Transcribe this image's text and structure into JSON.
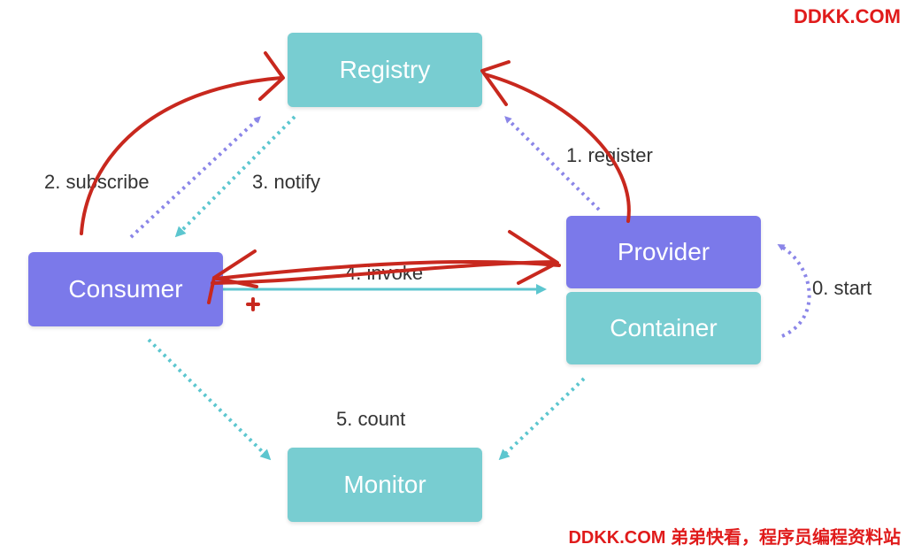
{
  "nodes": {
    "registry": "Registry",
    "consumer": "Consumer",
    "provider": "Provider",
    "container": "Container",
    "monitor": "Monitor"
  },
  "edges": {
    "start": "0. start",
    "register": "1. register",
    "subscribe": "2. subscribe",
    "notify": "3. notify",
    "invoke": "4. invoke",
    "count": "5. count"
  },
  "watermarks": {
    "top": "DDKK.COM",
    "bottom": "DDKK.COM 弟弟快看，程序员编程资料站"
  },
  "colors": {
    "teal": "#78cdd1",
    "purple": "#7b79ea",
    "arrow_teal": "#5cc6cf",
    "arrow_purple": "#8b86e8",
    "annotation_red": "#c8281e",
    "watermark_red": "#e01b1b"
  }
}
